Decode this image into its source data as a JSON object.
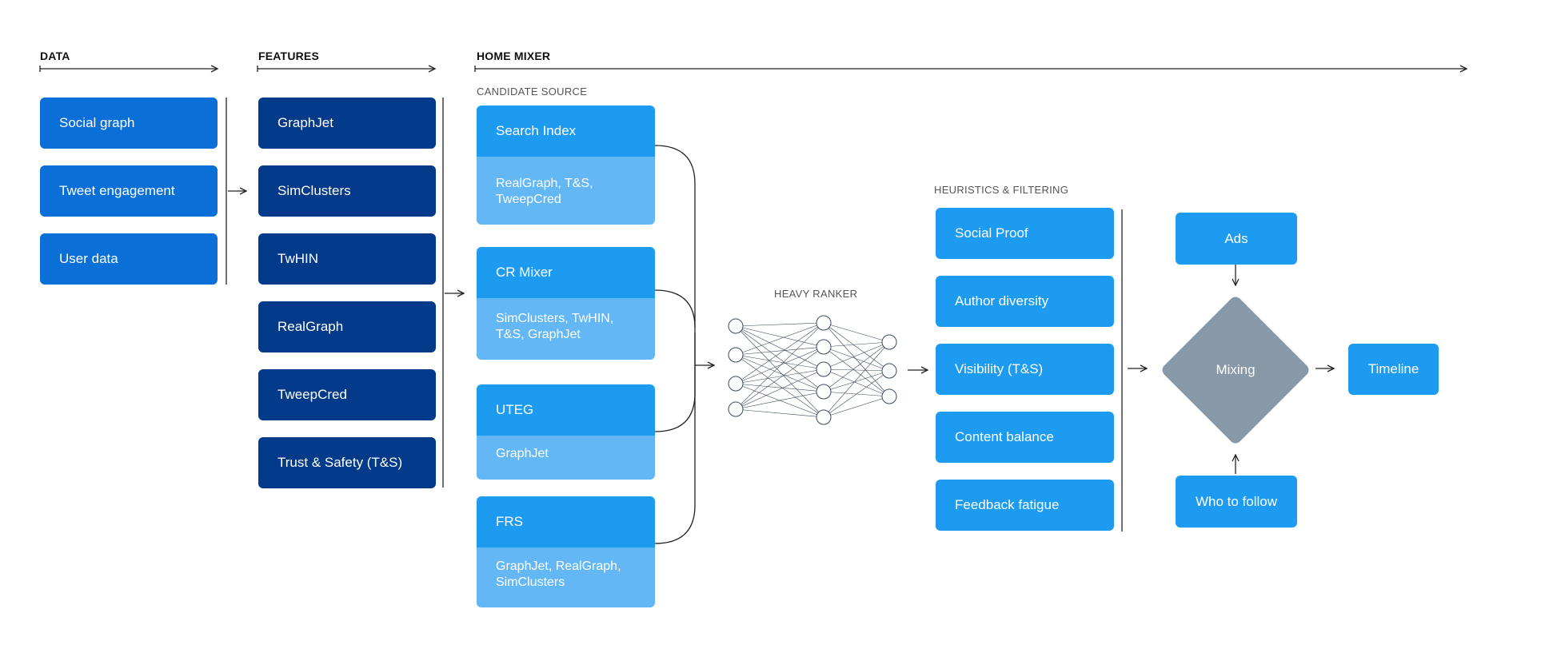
{
  "sections": {
    "data": "DATA",
    "features": "FEATURES",
    "home_mixer": "HOME MIXER"
  },
  "subheadings": {
    "candidate_source": "CANDIDATE SOURCE",
    "heavy_ranker": "HEAVY RANKER",
    "heuristics": "HEURISTICS & FILTERING"
  },
  "data_items": [
    "Social graph",
    "Tweet engagement",
    "User data"
  ],
  "feature_items": [
    "GraphJet",
    "SimClusters",
    "TwHIN",
    "RealGraph",
    "TweepCred",
    "Trust & Safety (T&S)"
  ],
  "candidate_sources": [
    {
      "name": "Search Index",
      "features": "RealGraph, T&S, TweepCred"
    },
    {
      "name": "CR Mixer",
      "features": "SimClusters, TwHIN, T&S, GraphJet"
    },
    {
      "name": "UTEG",
      "features": "GraphJet"
    },
    {
      "name": "FRS",
      "features": "GraphJet, RealGraph, SimClusters"
    }
  ],
  "filters": [
    "Social Proof",
    "Author diversity",
    "Visibility (T&S)",
    "Content balance",
    "Feedback fatigue"
  ],
  "mixing": {
    "ads": "Ads",
    "center": "Mixing",
    "who_to_follow": "Who to follow",
    "output": "Timeline"
  },
  "colors": {
    "data": "#0a6fd6",
    "features": "#043a8a",
    "primary": "#1d9bf0",
    "light": "#63b7f5",
    "mixing": "#8798a8"
  }
}
